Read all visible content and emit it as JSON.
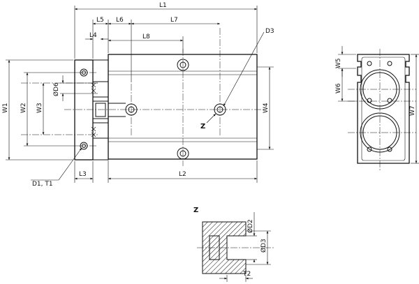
{
  "labels": {
    "L1": "L1",
    "L2": "L2",
    "L3": "L3",
    "L4": "L4",
    "L5": "L5",
    "L6": "L6",
    "L7": "L7",
    "L8": "L8",
    "W1": "W1",
    "W2": "W2",
    "W3": "W3",
    "W4": "W4",
    "W5": "W5",
    "W6": "W6",
    "W7": "W7",
    "D3": "D3",
    "D6": "ØD6",
    "D1T1": "D1, T1",
    "Z": "Z",
    "detail_title": "Z",
    "detail_D2": "ØD2",
    "detail_D3": "ØD3",
    "detail_T2": "T2"
  }
}
